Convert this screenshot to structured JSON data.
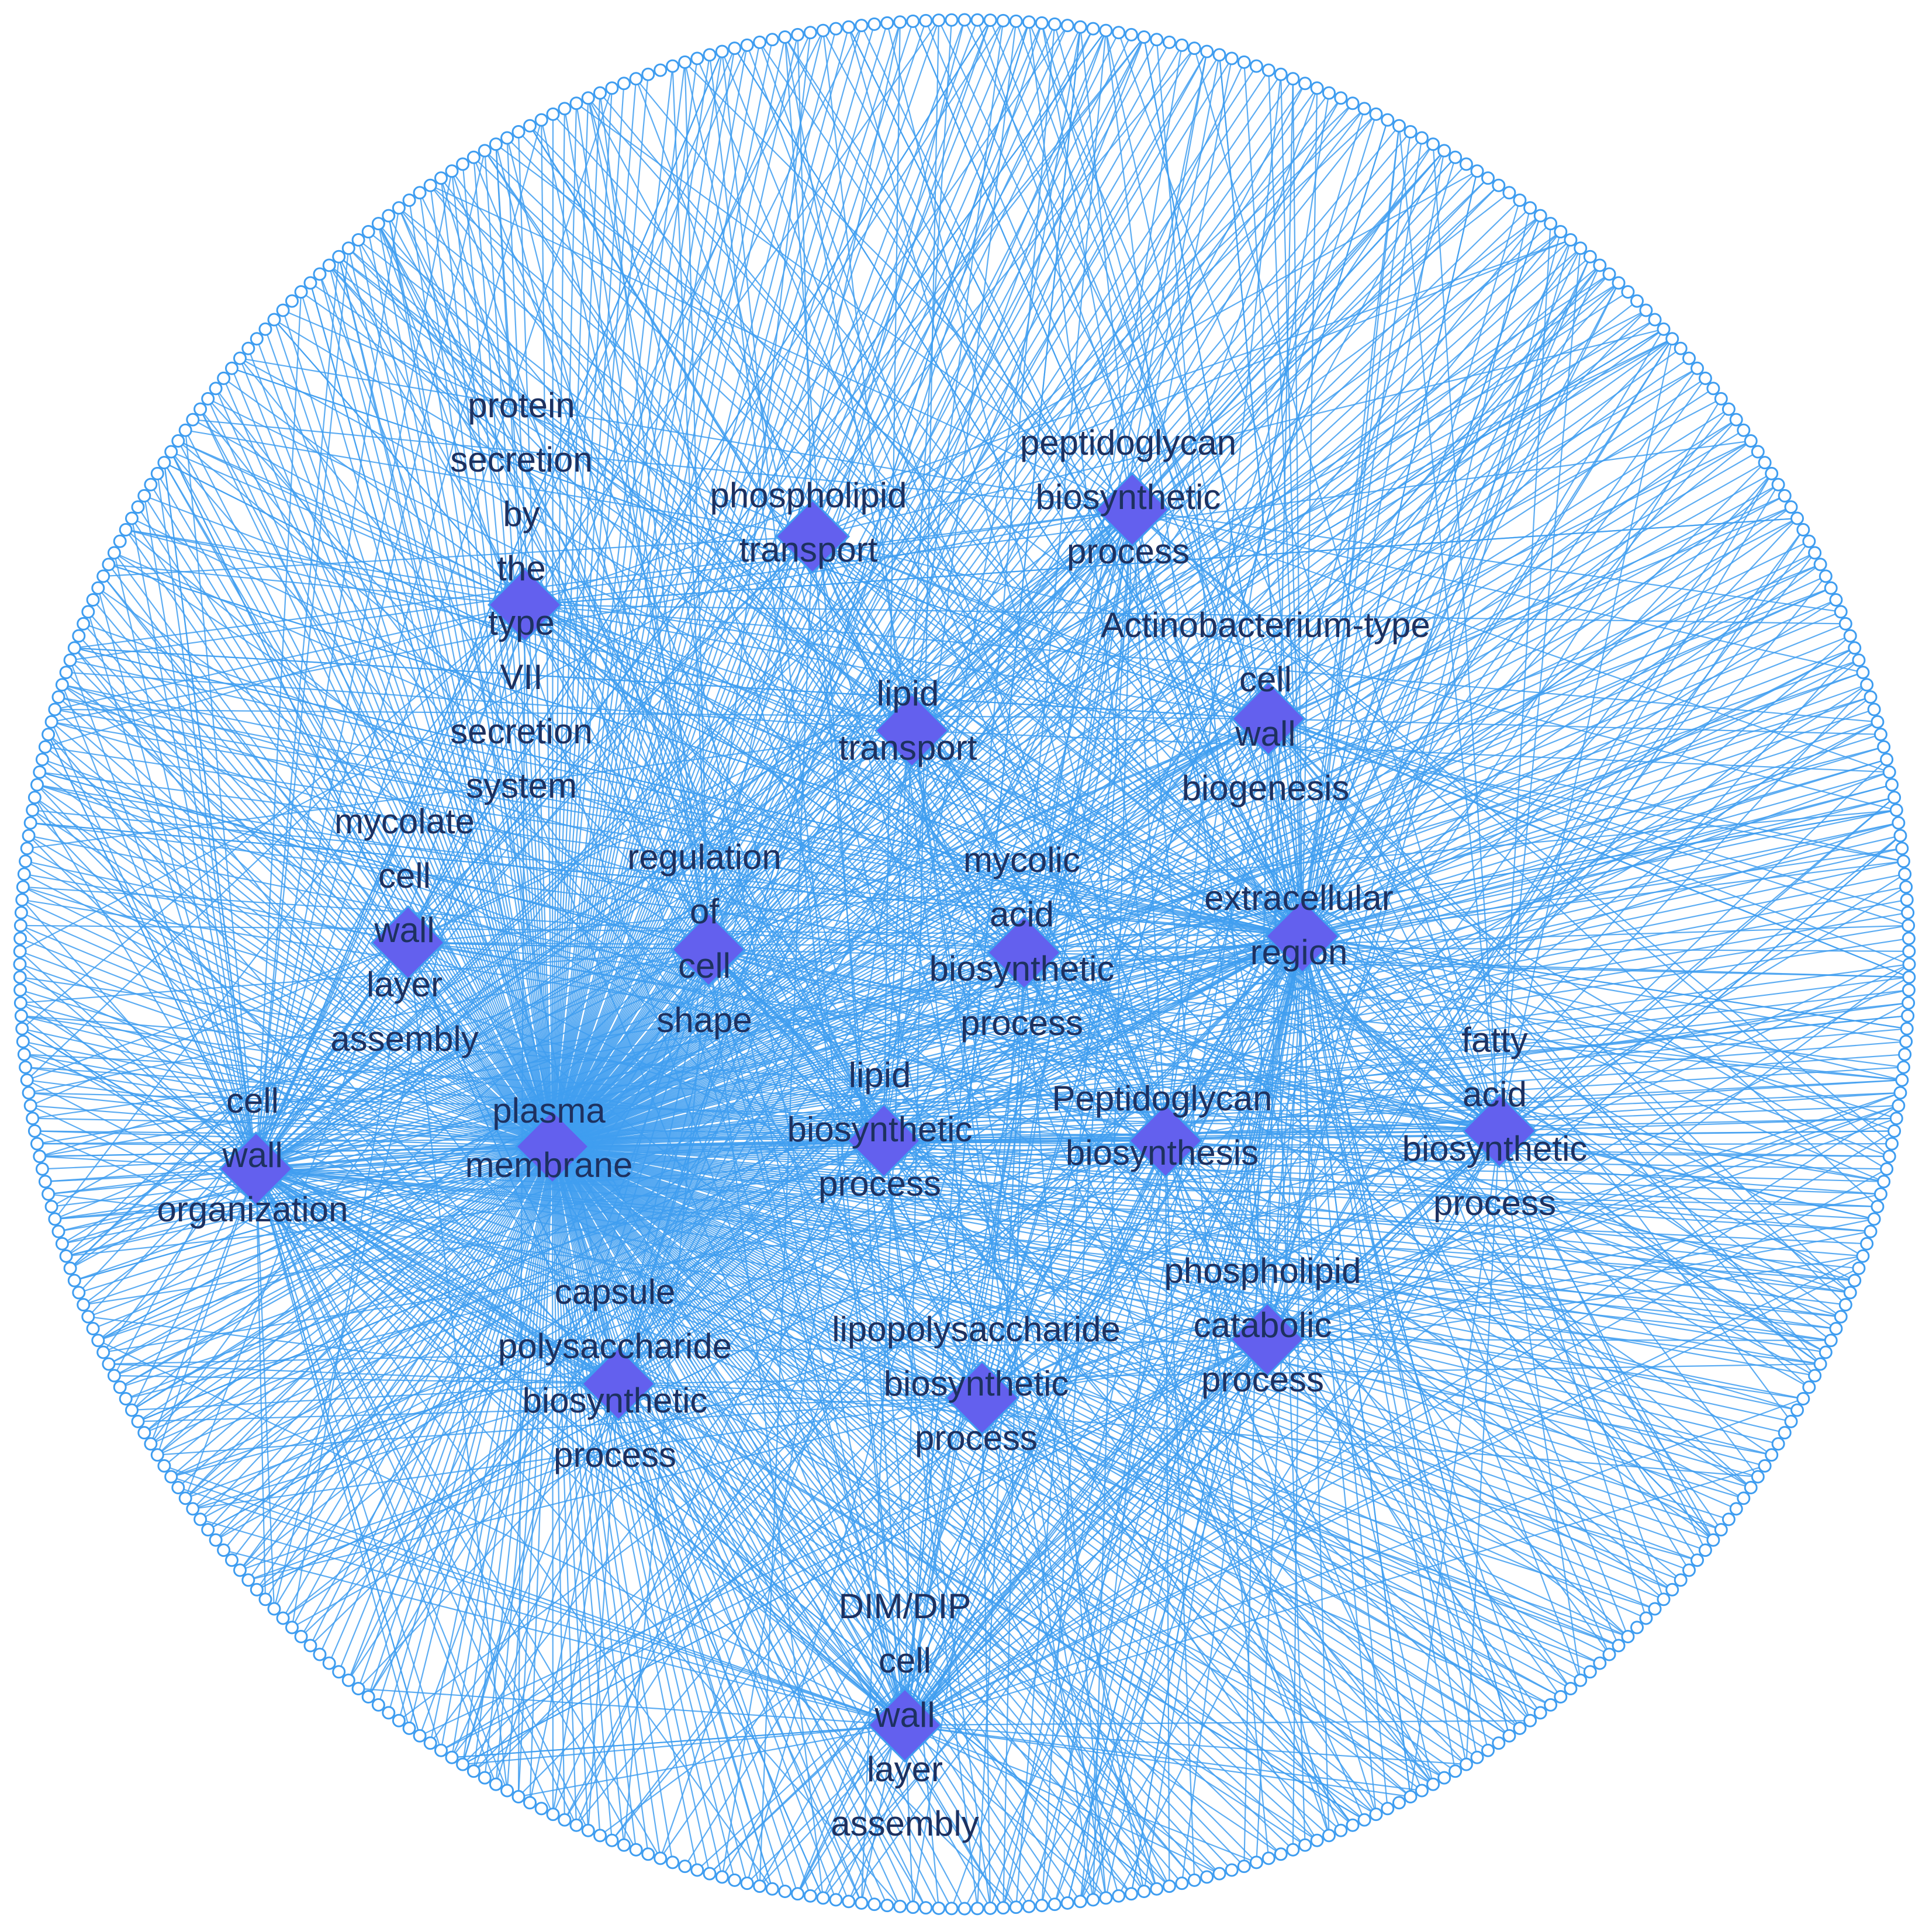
{
  "colors": {
    "edge": "#3f9df0",
    "term_node_fill": "#6360ee",
    "gene_node_stroke": "#3f9df0",
    "label_text": "#1d3160",
    "background": "#ffffff"
  },
  "network": {
    "term_node_shape": "diamond",
    "gene_node_shape": "circle",
    "gene_ring_count": 460,
    "terms": [
      {
        "id": "t1",
        "lines": [
          "protein",
          "secretion",
          "by",
          "the",
          "type",
          "VII",
          "secretion",
          "system"
        ]
      },
      {
        "id": "t2",
        "lines": [
          "phospholipid",
          "transport"
        ]
      },
      {
        "id": "t3",
        "lines": [
          "peptidoglycan",
          "biosynthetic",
          "process"
        ]
      },
      {
        "id": "t4",
        "lines": [
          "Actinobacterium-type",
          "cell",
          "wall",
          "biogenesis"
        ]
      },
      {
        "id": "t5",
        "lines": [
          "lipid",
          "transport"
        ]
      },
      {
        "id": "t6",
        "lines": [
          "mycolate",
          "cell",
          "wall",
          "layer",
          "assembly"
        ]
      },
      {
        "id": "t7",
        "lines": [
          "regulation",
          "of",
          "cell",
          "shape"
        ]
      },
      {
        "id": "t8",
        "lines": [
          "mycolic",
          "acid",
          "biosynthetic",
          "process"
        ]
      },
      {
        "id": "t9",
        "lines": [
          "extracellular",
          "region"
        ]
      },
      {
        "id": "t10",
        "lines": [
          "cell",
          "wall",
          "organization"
        ]
      },
      {
        "id": "t11",
        "lines": [
          "plasma",
          "membrane"
        ]
      },
      {
        "id": "t12",
        "lines": [
          "lipid",
          "biosynthetic",
          "process"
        ]
      },
      {
        "id": "t13",
        "lines": [
          "Peptidoglycan",
          "biosynthesis"
        ]
      },
      {
        "id": "t14",
        "lines": [
          "fatty",
          "acid",
          "biosynthetic",
          "process"
        ]
      },
      {
        "id": "t15",
        "lines": [
          "phospholipid",
          "catabolic",
          "process"
        ]
      },
      {
        "id": "t16",
        "lines": [
          "capsule",
          "polysaccharide",
          "biosynthetic",
          "process"
        ]
      },
      {
        "id": "t17",
        "lines": [
          "lipopolysaccharide",
          "biosynthetic",
          "process"
        ]
      },
      {
        "id": "t18",
        "lines": [
          "DIM/DIP",
          "cell",
          "wall",
          "layer",
          "assembly"
        ]
      }
    ]
  }
}
